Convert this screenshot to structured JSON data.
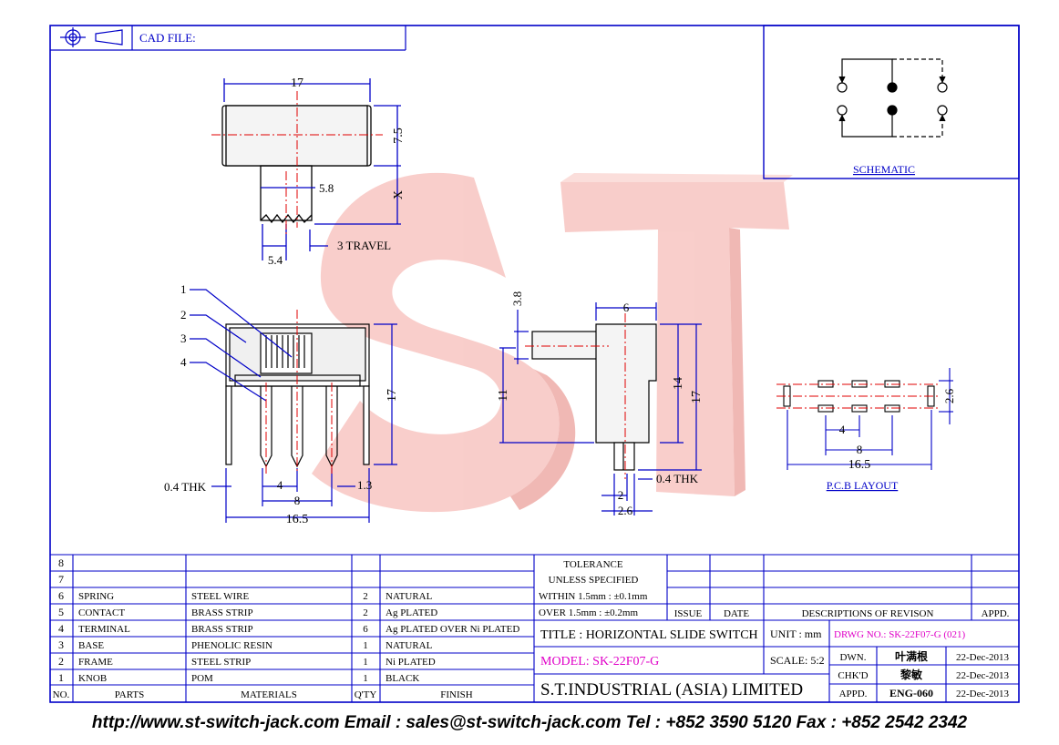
{
  "header": {
    "cad_file_label": "CAD FILE:"
  },
  "watermark": {
    "text": "ST"
  },
  "dimensions": {
    "top_width": "17",
    "top_height": "7.5",
    "top_x": "X",
    "actuator": "5.8",
    "actuator_pitch": "5.4",
    "travel": "3 TRAVEL",
    "front_thk": "0.4 THK",
    "front_pitch": "4",
    "front_span": "8",
    "front_width": "16.5",
    "front_gap": "1.3",
    "front_height": "17",
    "side_top": "3.8",
    "side_width": "6",
    "side_height_11": "11",
    "side_height_14": "14",
    "side_height_17": "17",
    "side_thk": "0.4 THK",
    "side_pin": "2",
    "side_pin_pitch": "2.6",
    "pcb_height": "2.6",
    "pcb_pitch": "4",
    "pcb_span": "8",
    "pcb_width": "16.5"
  },
  "callouts": [
    "1",
    "2",
    "3",
    "4"
  ],
  "labels": {
    "schematic": "SCHEMATIC",
    "pcb_layout": "P.C.B LAYOUT"
  },
  "parts_table": {
    "headers": {
      "no": "NO.",
      "parts": "PARTS",
      "materials": "MATERIALS",
      "qty": "Q'TY",
      "finish": "FINISH"
    },
    "rows": [
      {
        "no": "8",
        "parts": "",
        "materials": "",
        "qty": "",
        "finish": ""
      },
      {
        "no": "7",
        "parts": "",
        "materials": "",
        "qty": "",
        "finish": ""
      },
      {
        "no": "6",
        "parts": "SPRING",
        "materials": "STEEL WIRE",
        "qty": "2",
        "finish": "NATURAL"
      },
      {
        "no": "5",
        "parts": "CONTACT",
        "materials": "BRASS STRIP",
        "qty": "2",
        "finish": "Ag PLATED"
      },
      {
        "no": "4",
        "parts": "TERMINAL",
        "materials": "BRASS STRIP",
        "qty": "6",
        "finish": "Ag PLATED OVER Ni PLATED"
      },
      {
        "no": "3",
        "parts": "BASE",
        "materials": "PHENOLIC RESIN",
        "qty": "1",
        "finish": "NATURAL"
      },
      {
        "no": "2",
        "parts": "FRAME",
        "materials": "STEEL STRIP",
        "qty": "1",
        "finish": "Ni PLATED"
      },
      {
        "no": "1",
        "parts": "KNOB",
        "materials": "POM",
        "qty": "1",
        "finish": "BLACK"
      }
    ]
  },
  "tolerance": {
    "line1": "TOLERANCE",
    "line2": "UNLESS   SPECIFIED",
    "line3": "WITHIN  1.5mm : ±0.1mm",
    "line4": "OVER    1.5mm : ±0.2mm"
  },
  "revision": {
    "issue": "ISSUE",
    "date": "DATE",
    "description": "DESCRIPTIONS  OF  REVISON",
    "approved": "APPD."
  },
  "title_block": {
    "title": "TITLE : HORIZONTAL  SLIDE  SWITCH",
    "unit": "UNIT :   mm",
    "drawing_no": "DRWG  NO.: SK-22F07-G (021)",
    "model": "MODEL: SK-22F07-G",
    "scale": "SCALE:   5:2",
    "company": "S.T.INDUSTRIAL   (ASIA)   LIMITED",
    "dwn_label": "DWN.",
    "dwn_name": "叶满根",
    "dwn_date": "22-Dec-2013",
    "chk_label": "CHK'D",
    "chk_name": "黎敏",
    "chk_date": "22-Dec-2013",
    "appd_label": "APPD.",
    "appd_name": "ENG-060",
    "appd_date": "22-Dec-2013"
  },
  "footer": {
    "text": "http://www.st-switch-jack.com  Email : sales@st-switch-jack.com  Tel : +852 3590 5120  Fax : +852 2542 2342"
  },
  "colors": {
    "frame": "#0000c8",
    "drawing": "#000000",
    "centerline": "#e00000",
    "watermark": "#f08a84",
    "magenta": "#e000c8"
  }
}
